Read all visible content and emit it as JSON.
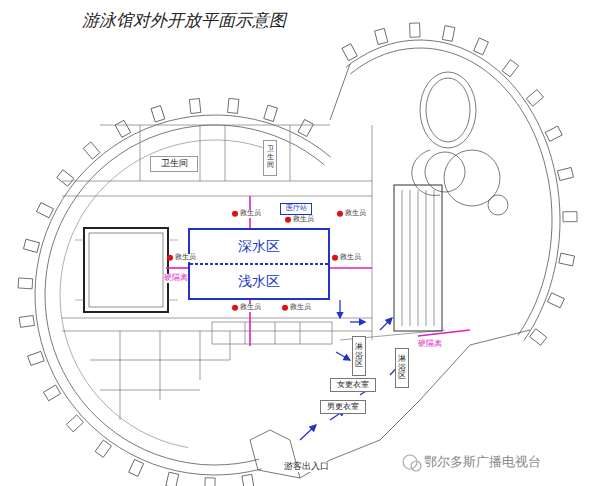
{
  "diagram": {
    "title": "游泳馆对外开放平面示意图",
    "nodes": [
      {
        "text": []
      },
      {
        "text": [
          "深水区"
        ],
        "in": 0
      },
      {
        "text": [
          "浅水区"
        ],
        "in": 0
      },
      {
        "text": [
          "医疗站"
        ]
      },
      {
        "text": [
          "卫生间"
        ]
      },
      {
        "text": [
          "卫生间"
        ]
      },
      {
        "text": [
          "淋浴区"
        ]
      },
      {
        "text": [
          "淋浴区"
        ]
      },
      {
        "text": [
          "女更衣室"
        ]
      },
      {
        "text": [
          "男更衣室"
        ]
      }
    ],
    "labels": [
      "救生员",
      "救生员",
      "救生员",
      "救生员",
      "救生员",
      "救生员",
      "救生员",
      "硬隔离",
      "硬隔离",
      "游客出入口",
      "鄂尔多斯广播电视台"
    ]
  }
}
